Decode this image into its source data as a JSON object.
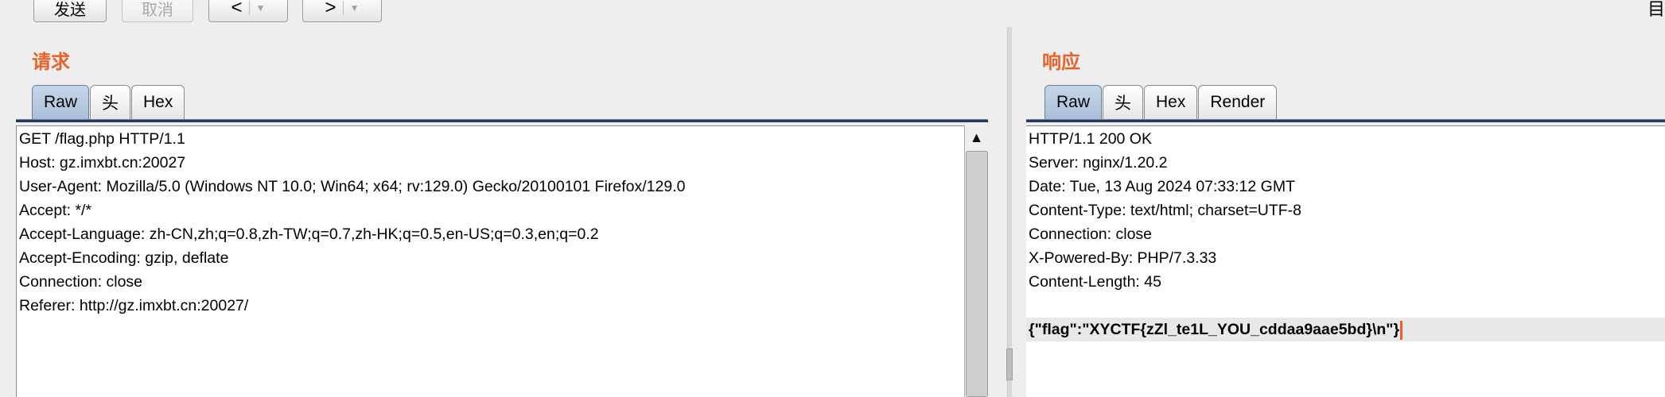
{
  "toolbar": {
    "send_label": "发送",
    "cancel_label": "取消",
    "back_glyph": "<",
    "forward_glyph": ">",
    "dropdown_glyph": "▼",
    "corner_text": "目"
  },
  "request": {
    "title": "请求",
    "tabs": [
      "Raw",
      "头",
      "Hex"
    ],
    "lines": [
      "GET /flag.php HTTP/1.1",
      "Host: gz.imxbt.cn:20027",
      "User-Agent: Mozilla/5.0 (Windows NT 10.0; Win64; x64; rv:129.0) Gecko/20100101 Firefox/129.0",
      "Accept: */*",
      "Accept-Language: zh-CN,zh;q=0.8,zh-TW;q=0.7,zh-HK;q=0.5,en-US;q=0.3,en;q=0.2",
      "Accept-Encoding: gzip, deflate",
      "Connection: close",
      "Referer: http://gz.imxbt.cn:20027/"
    ]
  },
  "response": {
    "title": "响应",
    "tabs": [
      "Raw",
      "头",
      "Hex",
      "Render"
    ],
    "lines": [
      "HTTP/1.1 200 OK",
      "Server: nginx/1.20.2",
      "Date: Tue, 13 Aug 2024 07:33:12 GMT",
      "Content-Type: text/html; charset=UTF-8",
      "Connection: close",
      "X-Powered-By: PHP/7.3.33",
      "Content-Length: 45",
      "",
      "{\"flag\":\"XYCTF{zZl_te1L_YOU_cddaa9aae5bd}\\n\"}"
    ]
  },
  "colors": {
    "title": "#e8632b",
    "tab_active": "#b4c8e0",
    "tab_underline": "#26395a",
    "cursor": "#ff5a1f"
  },
  "icons": {
    "scroll_up": "▲"
  }
}
